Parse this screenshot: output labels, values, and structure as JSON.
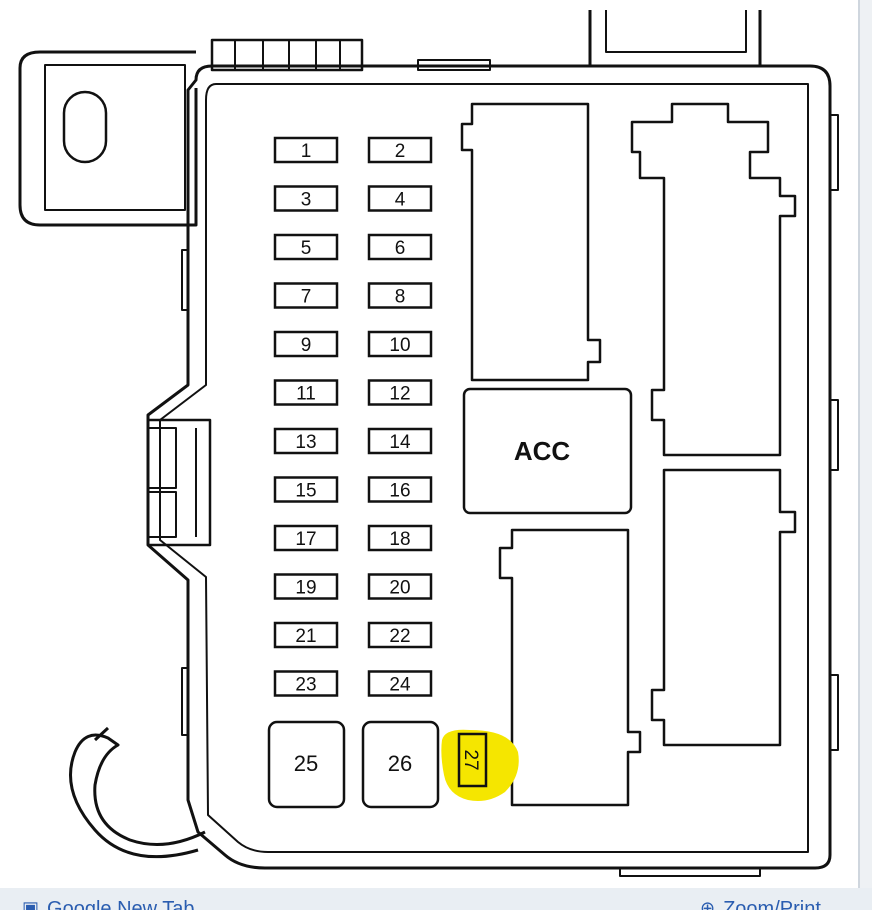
{
  "diagram": {
    "fuses": [
      "1",
      "2",
      "3",
      "4",
      "5",
      "6",
      "7",
      "8",
      "9",
      "10",
      "11",
      "12",
      "13",
      "14",
      "15",
      "16",
      "17",
      "18",
      "19",
      "20",
      "21",
      "22",
      "23",
      "24"
    ],
    "large_fuses": [
      "25",
      "26"
    ],
    "highlighted_fuse": "27",
    "relay_label": "ACC",
    "highlight_color": "#f5e600"
  },
  "footer": {
    "left_link": "Google New Tab",
    "right_link": "Zoom/Print"
  }
}
